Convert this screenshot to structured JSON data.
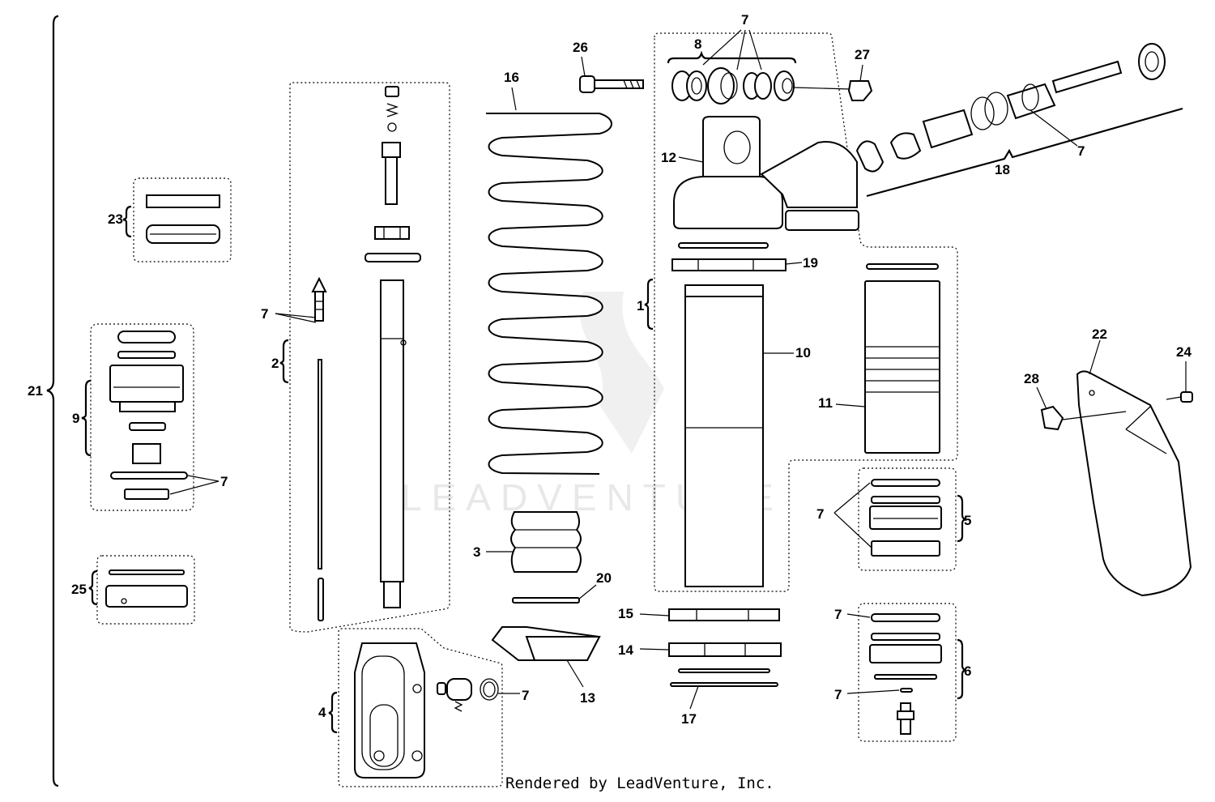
{
  "diagram": {
    "callouts": {
      "c1": "1",
      "c2": "2",
      "c3": "3",
      "c4": "4",
      "c5": "5",
      "c6": "6",
      "c7_top": "7",
      "c7_rod": "7",
      "c7_valve": "7",
      "c7_res": "7",
      "c7_blk5": "7",
      "c7_blk6a": "7",
      "c7_blk6b": "7",
      "c7_clevis": "7",
      "c8": "8",
      "c9": "9",
      "c10": "10",
      "c11": "11",
      "c12": "12",
      "c13": "13",
      "c14": "14",
      "c15": "15",
      "c16": "16",
      "c17": "17",
      "c18": "18",
      "c19": "19",
      "c20": "20",
      "c21": "21",
      "c22": "22",
      "c23": "23",
      "c24": "24",
      "c25": "25",
      "c26": "26",
      "c27": "27",
      "c28": "28"
    },
    "watermark": "LEADVENTURE",
    "credit": "Rendered by LeadVenture, Inc."
  }
}
